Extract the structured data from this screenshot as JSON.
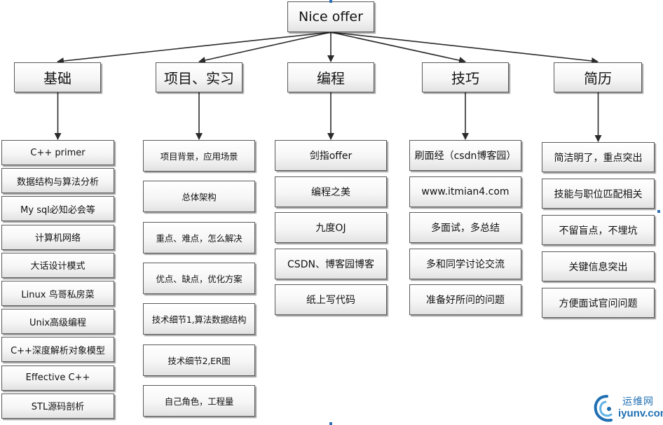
{
  "root": "Nice offer",
  "categories": [
    {
      "title": "基础",
      "items": [
        "C++ primer",
        "数据结构与算法分析",
        "My sql必知必会等",
        "计算机网络",
        "大话设计模式",
        "Linux 鸟哥私房菜",
        "Unix高级编程",
        "C++深度解析对象模型",
        "Effective C++",
        "STL源码剖析"
      ]
    },
    {
      "title": "项目、实习",
      "items": [
        "项目背景，应用场景",
        "总体架构",
        "重点、难点，怎么解决",
        "优点、缺点，优化方案",
        "技术细节1,算法数据结构",
        "技术细节2,ER图",
        "自己角色，工程量"
      ]
    },
    {
      "title": "编程",
      "items": [
        "剑指offer",
        "编程之美",
        "九度OJ",
        "CSDN、博客园博客",
        "纸上写代码"
      ]
    },
    {
      "title": "技巧",
      "items": [
        "刷面经（csdn博客园）",
        "www.itmian4.com",
        "多面试，多总结",
        "多和同学讨论交流",
        "准备好所问的问题"
      ]
    },
    {
      "title": "简历",
      "items": [
        "简洁明了，重点突出",
        "技能与职位匹配相关",
        "不留盲点，不埋坑",
        "关键信息突出",
        "方便面试官问问题"
      ]
    }
  ],
  "watermark": {
    "text_cn": "运维网",
    "url": "iyunv.com",
    "logo_icon": "cloud-swirl-icon"
  },
  "colors": {
    "line": "#2b2b2b",
    "handle": "#2d6fb5",
    "watermark": "#1f6fb2"
  }
}
